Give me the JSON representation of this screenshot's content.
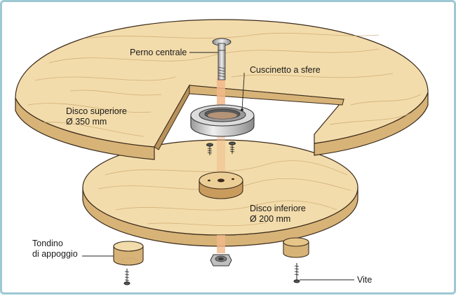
{
  "labels": {
    "perno": "Perno centrale",
    "cuscinetto": "Cuscinetto a sfere",
    "disco_sup_line1": "Disco superiore",
    "disco_sup_line2": "Ø 350 mm",
    "disco_inf_line1": "Disco inferiore",
    "disco_inf_line2": "Ø 200 mm",
    "tondino_line1": "Tondino",
    "tondino_line2": "di appoggio",
    "vite": "Vite"
  },
  "colors": {
    "frame": "#9ec8d4",
    "wood_top": "#f3dcab",
    "wood_edge": "#d7b378",
    "wood_edge_dark": "#b8925a",
    "grain": "#c9a86f",
    "outline": "#3a2a1a",
    "metal": "#c7c7c7",
    "metal_dark": "#7a7a7a",
    "beam": "#f2b98a"
  }
}
